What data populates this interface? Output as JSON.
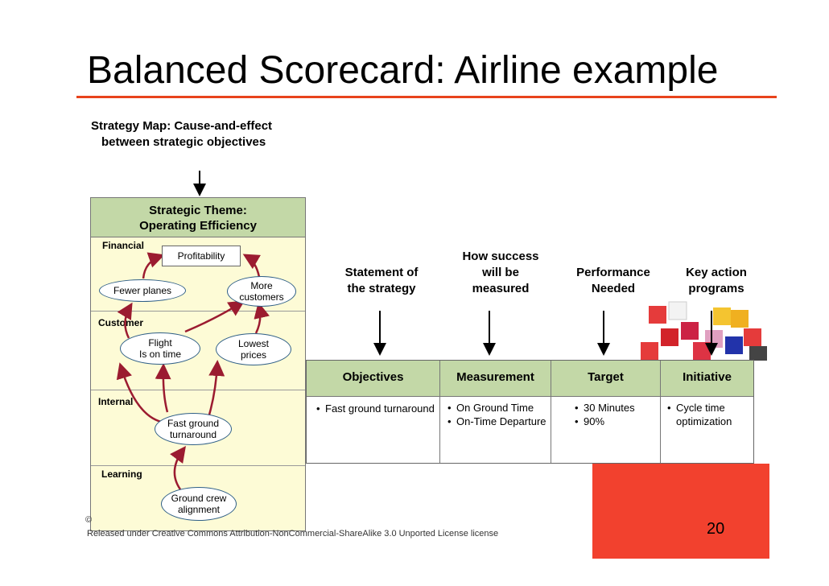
{
  "title": "Balanced Scorecard: Airline example",
  "subtitle": [
    "Strategy Map:  Cause-and-effect",
    "between strategic objectives"
  ],
  "strategy_map": {
    "theme": [
      "Strategic Theme:",
      "Operating Efficiency"
    ],
    "bands": {
      "financial": "Financial",
      "customer": "Customer",
      "internal": "Internal",
      "learning": "Learning"
    },
    "nodes": {
      "profitability": "Profitability",
      "fewer_planes": "Fewer planes",
      "more_customers": "More\ncustomers",
      "flight_on_time": "Flight\nIs on time",
      "lowest_prices": "Lowest\nprices",
      "fast_ground_turnaround": "Fast ground\nturnaround",
      "ground_crew_alignment": "Ground crew\nalignment"
    }
  },
  "column_headers": {
    "objectives": "Statement of\nthe strategy",
    "measurement": "How success\nwill be\nmeasured",
    "target": "Performance\nNeeded",
    "initiative": "Key action\nprograms"
  },
  "table": {
    "headers": [
      "Objectives",
      "Measurement",
      "Target",
      "Initiative"
    ],
    "objectives": [
      "Fast ground turnaround"
    ],
    "measurement": [
      "On Ground Time",
      "On-Time Departure"
    ],
    "target": [
      "30 Minutes",
      "90%"
    ],
    "initiative": [
      "Cycle time optimization"
    ]
  },
  "copyright": "©",
  "footer": "Released under Creative Commons Attribution-NonCommercial-ShareAlike 3.0 Unported License license",
  "page_number": "20",
  "colors": {
    "title_rule": "#e8431c",
    "theme_fill": "#c3d8a7",
    "map_fill": "#fdfbd6",
    "arrow": "#9b1b30",
    "deco_red": "#f2412e"
  }
}
